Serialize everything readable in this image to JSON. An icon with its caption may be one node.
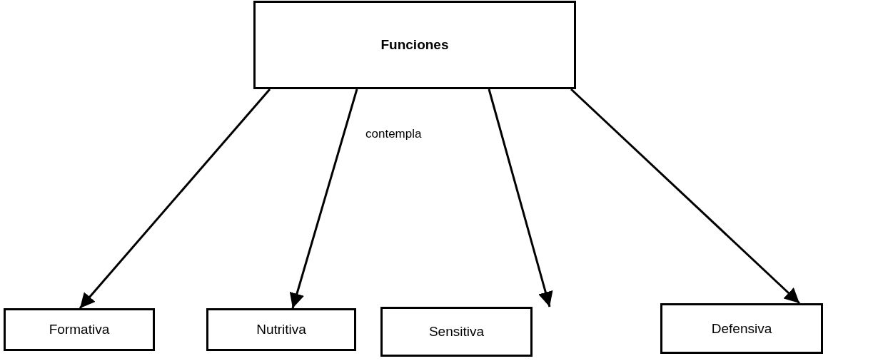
{
  "diagram": {
    "nodes": [
      {
        "text": [
          "Funciones"
        ]
      },
      {
        "text": [
          "Formativa"
        ]
      },
      {
        "text": [
          "Nutritiva"
        ]
      },
      {
        "text": [
          "Sensitiva"
        ]
      },
      {
        "text": [
          "Defensiva"
        ]
      }
    ],
    "edges": [
      {
        "from": 0,
        "to": 1,
        "arrow": "to"
      },
      {
        "from": 0,
        "to": 2,
        "arrow": "to"
      },
      {
        "from": 0,
        "to": 3,
        "arrow": "to"
      },
      {
        "from": 0,
        "to": 4,
        "arrow": "to"
      }
    ],
    "labels": [
      "contempla"
    ]
  }
}
